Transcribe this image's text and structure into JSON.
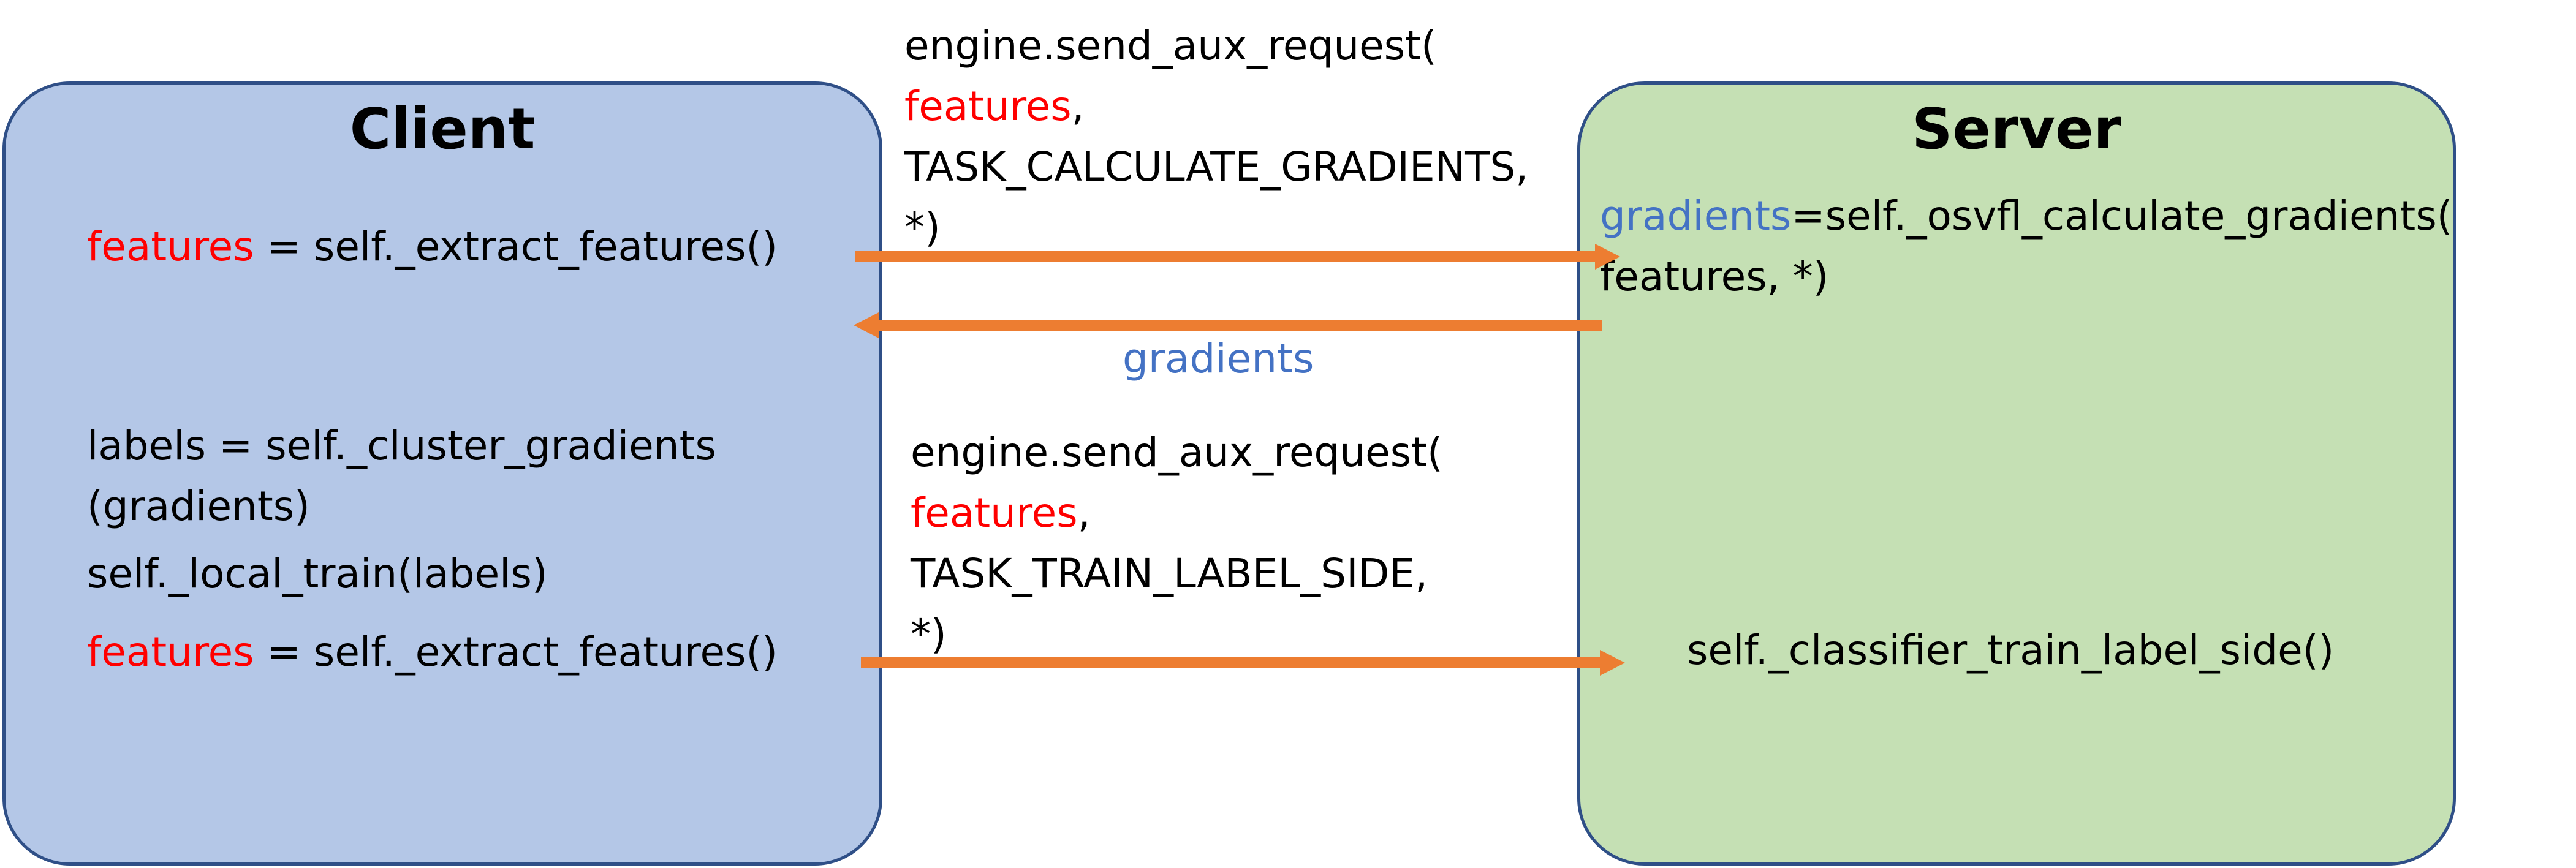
{
  "client": {
    "title": "Client",
    "line1": {
      "var": "features",
      "rest": " = self._extract_features()"
    },
    "line2a": "labels = self._cluster_gradients",
    "line2b": "(gradients)",
    "line3": "self._local_train(labels)",
    "line4": {
      "var": "features",
      "rest": " = self._extract_features()"
    }
  },
  "server": {
    "title": "Server",
    "line1": {
      "var": "gradients",
      "rest": "=self._osvfl_calculate_gradients("
    },
    "line1b": "features, *)",
    "line2": "self._classifier_train_label_side()"
  },
  "request1": {
    "call": "engine.send_aux_request(",
    "arg1": "features",
    "arg1_sep": ",",
    "arg2": "TASK_CALCULATE_GRADIENTS,",
    "end": "*)"
  },
  "response1": {
    "label": "gradients"
  },
  "request2": {
    "call": "engine.send_aux_request(",
    "arg1": "features",
    "arg1_sep": ",",
    "arg2": "TASK_TRAIN_LABEL_SIDE,",
    "end": "*)"
  },
  "colors": {
    "client_fill": "#b4c7e7",
    "server_fill": "#c5e0b4",
    "border": "#2f4f87",
    "arrow": "#ed7d31",
    "highlight_red": "#ff0000",
    "highlight_blue": "#4472c4"
  }
}
